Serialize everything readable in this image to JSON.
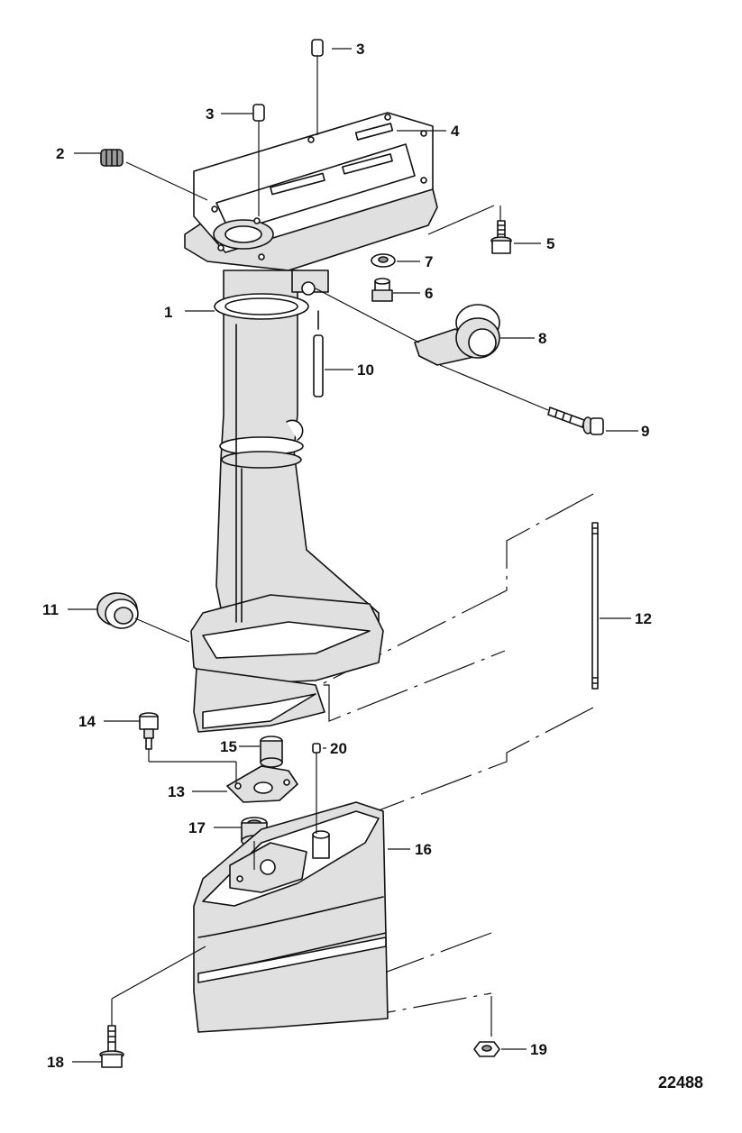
{
  "diagram": {
    "drawing_number": "22488",
    "callouts": [
      {
        "id": "c1",
        "label": "1"
      },
      {
        "id": "c2",
        "label": "2"
      },
      {
        "id": "c3a",
        "label": "3"
      },
      {
        "id": "c3b",
        "label": "3"
      },
      {
        "id": "c4",
        "label": "4"
      },
      {
        "id": "c5",
        "label": "5"
      },
      {
        "id": "c6",
        "label": "6"
      },
      {
        "id": "c7",
        "label": "7"
      },
      {
        "id": "c8",
        "label": "8"
      },
      {
        "id": "c9",
        "label": "9"
      },
      {
        "id": "c10",
        "label": "10"
      },
      {
        "id": "c11",
        "label": "11"
      },
      {
        "id": "c12",
        "label": "12"
      },
      {
        "id": "c13",
        "label": "13"
      },
      {
        "id": "c14",
        "label": "14"
      },
      {
        "id": "c15",
        "label": "15"
      },
      {
        "id": "c16",
        "label": "16"
      },
      {
        "id": "c17",
        "label": "17"
      },
      {
        "id": "c18",
        "label": "18"
      },
      {
        "id": "c19",
        "label": "19"
      },
      {
        "id": "c20",
        "label": "20"
      }
    ]
  },
  "colors": {
    "line": "#111111",
    "shade": "#e0e0e0",
    "background": "#ffffff"
  }
}
